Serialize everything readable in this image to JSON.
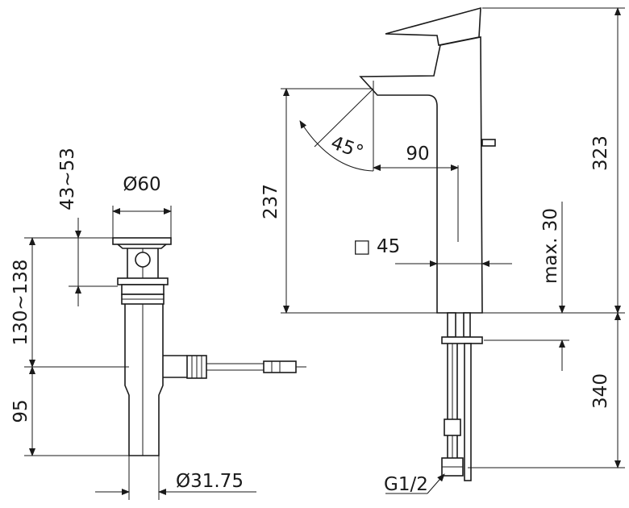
{
  "drain": {
    "diameter_top": "Ø60",
    "height_range": "43~53",
    "body_range": "130~138",
    "lower_height": "95",
    "diameter_bottom": "Ø31.75"
  },
  "faucet": {
    "angle": "45°",
    "reach": "90",
    "spout_height": "237",
    "base_square": "□ 45",
    "overall_height": "323",
    "max_thickness": "max. 30",
    "hose_length": "340",
    "thread": "G1/2"
  }
}
